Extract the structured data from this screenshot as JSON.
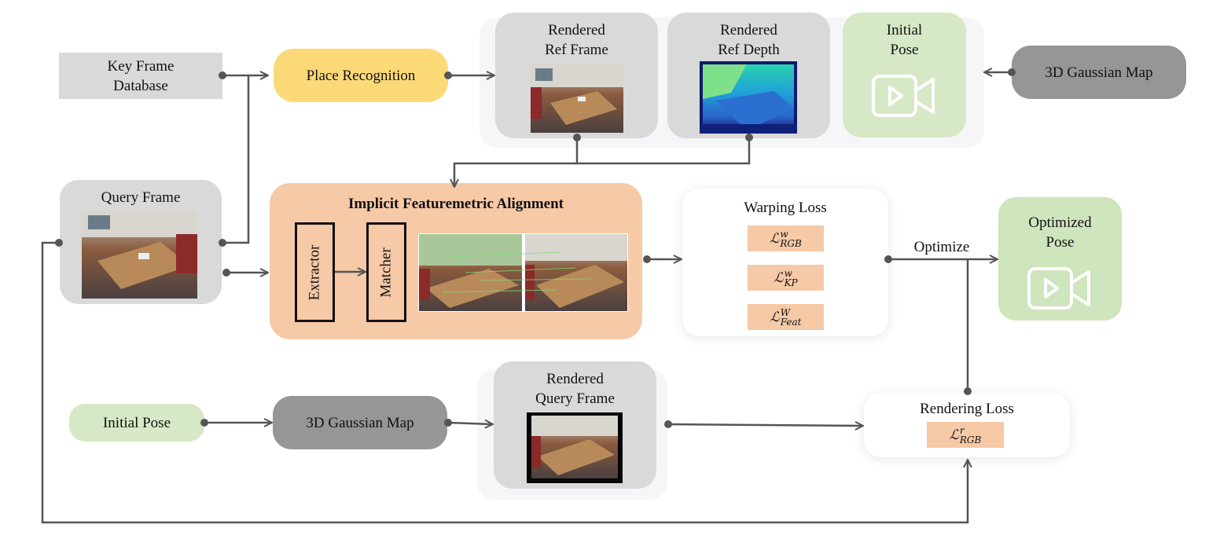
{
  "nodes": {
    "key_frame_db": "Key Frame\nDatabase",
    "place_recognition": "Place Recognition",
    "rendered_ref_frame": "Rendered\nRef Frame",
    "rendered_ref_depth": "Rendered\nRef Depth",
    "initial_pose_top": "Initial\nPose",
    "gaussian_map_top": "3D Gaussian Map",
    "query_frame": "Query Frame",
    "ifa_title": "Implicit Featuremetric Alignment",
    "extractor": "Extractor",
    "matcher": "Matcher",
    "warping_loss": "Warping Loss",
    "optimized_pose": "Optimized\nPose",
    "optimize_label": "Optimize",
    "initial_pose_bottom": "Initial Pose",
    "gaussian_map_bottom": "3D Gaussian Map",
    "rendered_query_frame": "Rendered\nQuery Frame",
    "rendering_loss": "Rendering Loss"
  },
  "losses": {
    "warp_rgb": {
      "sym": "ℒ",
      "sup": "w",
      "sub": "RGB"
    },
    "warp_kp": {
      "sym": "ℒ",
      "sup": "w",
      "sub": "KP"
    },
    "warp_feat": {
      "sym": "ℒ",
      "sup": "W",
      "sub": "Feat"
    },
    "render_rgb": {
      "sym": "ℒ",
      "sup": "r",
      "sub": "RGB"
    }
  },
  "colors": {
    "gray_box": "#d9d9d9",
    "dark_box": "#969696",
    "green_box": "#d6e8c5",
    "yellow_box": "#fcd977",
    "orange_box": "#f6c9a7",
    "arrow": "#555555"
  },
  "icons": [
    "video-camera-icon",
    "video-camera-icon"
  ]
}
